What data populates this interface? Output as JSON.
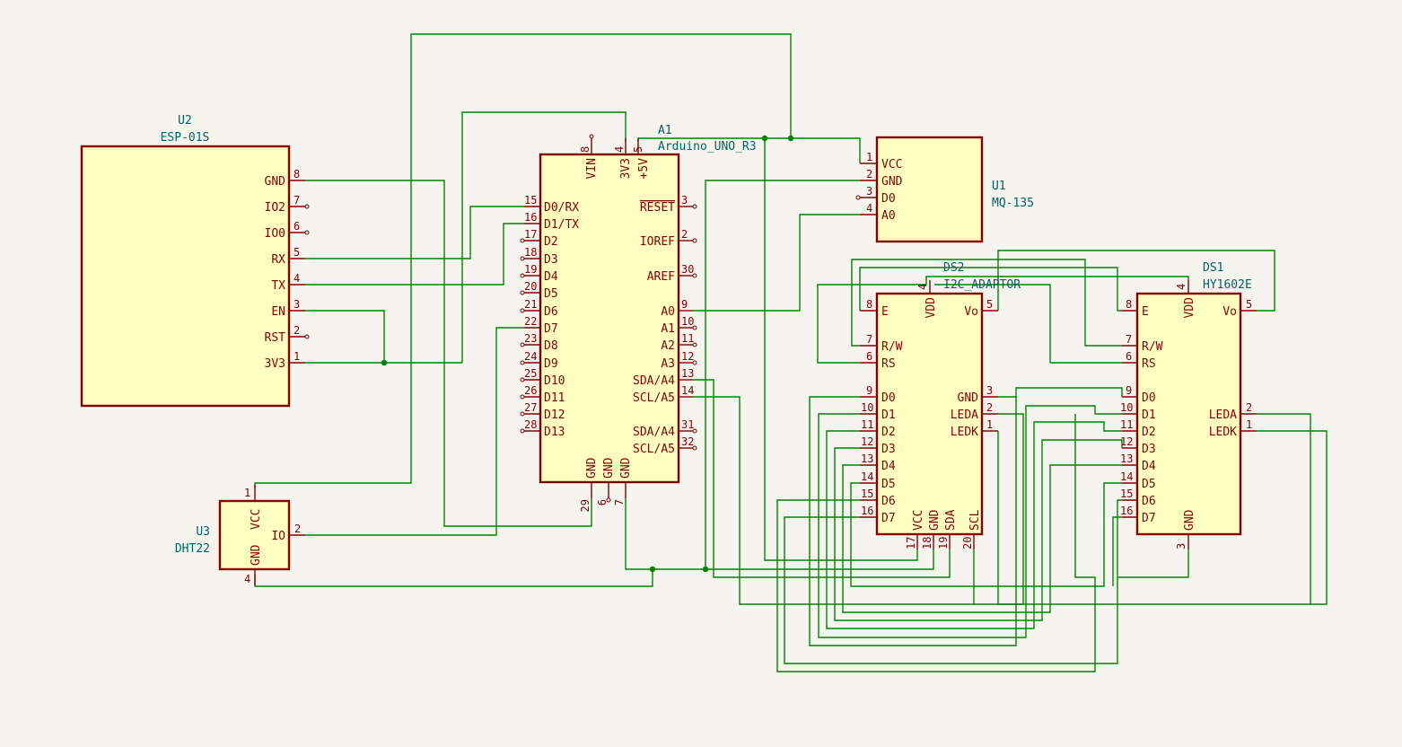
{
  "components": {
    "U2": {
      "ref": "U2",
      "value": "ESP-01S",
      "pins": {
        "GND": "GND",
        "GND_n": "8",
        "IO2": "IO2",
        "IO2_n": "7",
        "IO0": "IO0",
        "IO0_n": "6",
        "RX": "RX",
        "RX_n": "5",
        "TX": "TX",
        "TX_n": "4",
        "EN": "EN",
        "EN_n": "3",
        "RST": "RST",
        "RST_n": "2",
        "V33": "3V3",
        "V33_n": "1"
      }
    },
    "A1": {
      "ref": "A1",
      "value": "Arduino_UNO_R3",
      "pins": {
        "VIN": "VIN",
        "VIN_n": "8",
        "V33": "3V3",
        "V33_n": "4",
        "V5": "+5V",
        "V5_n": "5",
        "D0": "D0/RX",
        "D0_n": "15",
        "D1": "D1/TX",
        "D1_n": "16",
        "D2": "D2",
        "D2_n": "17",
        "D3": "D3",
        "D3_n": "18",
        "D4": "D4",
        "D4_n": "19",
        "D5": "D5",
        "D5_n": "20",
        "D6": "D6",
        "D6_n": "21",
        "D7": "D7",
        "D7_n": "22",
        "D8": "D8",
        "D8_n": "23",
        "D9": "D9",
        "D9_n": "24",
        "D10": "D10",
        "D10_n": "25",
        "D11": "D11",
        "D11_n": "26",
        "D12": "D12",
        "D12_n": "27",
        "D13": "D13",
        "D13_n": "28",
        "RESET": "RESET",
        "RESET_n": "3",
        "IOREF": "IOREF",
        "IOREF_n": "2",
        "AREF": "AREF",
        "AREF_n": "30",
        "A0": "A0",
        "A0_n": "9",
        "A1": "A1",
        "A1_n": "10",
        "A2": "A2",
        "A2_n": "11",
        "A3": "A3",
        "A3_n": "12",
        "SDA": "SDA/A4",
        "SDA_n": "13",
        "SCL": "SCL/A5",
        "SCL_n": "14",
        "SDA2": "SDA/A4",
        "SDA2_n": "31",
        "SCL2": "SCL/A5",
        "SCL2_n": "32",
        "GND1": "GND",
        "GND1_n": "29",
        "GND2": "GND",
        "GND2_n": "6",
        "GND3": "GND",
        "GND3_n": "7"
      }
    },
    "U1": {
      "ref": "U1",
      "value": "MQ-135",
      "pins": {
        "VCC": "VCC",
        "VCC_n": "1",
        "GND": "GND",
        "GND_n": "2",
        "D0": "D0",
        "D0_n": "3",
        "A0": "A0",
        "A0_n": "4"
      }
    },
    "U3": {
      "ref": "U3",
      "value": "DHT22",
      "pins": {
        "VCC": "VCC",
        "VCC_n": "1",
        "IO": "IO",
        "IO_n": "2",
        "GND": "GND",
        "GND_n": "4"
      }
    },
    "DS2": {
      "ref": "DS2",
      "value": "I2C_ADAPTOR",
      "pins": {
        "E": "E",
        "E_n": "8",
        "RW": "R/W",
        "RW_n": "7",
        "RS": "RS",
        "RS_n": "6",
        "VDD": "VDD",
        "VDD_n": "4",
        "Vo": "Vo",
        "Vo_n": "5",
        "D0": "D0",
        "D0_n": "9",
        "D1": "D1",
        "D1_n": "10",
        "D2": "D2",
        "D2_n": "11",
        "D3": "D3",
        "D3_n": "12",
        "D4": "D4",
        "D4_n": "13",
        "D5": "D5",
        "D5_n": "14",
        "D6": "D6",
        "D6_n": "15",
        "D7": "D7",
        "D7_n": "16",
        "GNDr": "GND",
        "GNDr_n": "3",
        "LEDA": "LEDA",
        "LEDA_n": "2",
        "LEDK": "LEDK",
        "LEDK_n": "1",
        "VCC": "VCC",
        "VCC_n": "17",
        "GNDb": "GND",
        "GNDb_n": "18",
        "SDA": "SDA",
        "SDA_n": "19",
        "SCL": "SCL",
        "SCL_n": "20"
      }
    },
    "DS1": {
      "ref": "DS1",
      "value": "HY1602E",
      "pins": {
        "E": "E",
        "E_n": "8",
        "RW": "R/W",
        "RW_n": "7",
        "RS": "RS",
        "RS_n": "6",
        "VDD": "VDD",
        "VDD_n": "4",
        "Vo": "Vo",
        "Vo_n": "5",
        "D0": "D0",
        "D0_n": "9",
        "D1": "D1",
        "D1_n": "10",
        "D2": "D2",
        "D2_n": "11",
        "D3": "D3",
        "D3_n": "12",
        "D4": "D4",
        "D4_n": "13",
        "D5": "D5",
        "D5_n": "14",
        "D6": "D6",
        "D6_n": "15",
        "D7": "D7",
        "D7_n": "16",
        "LEDA": "LEDA",
        "LEDA_n": "2",
        "LEDK": "LEDK",
        "LEDK_n": "1",
        "GND": "GND",
        "GND_n": "3"
      }
    }
  }
}
